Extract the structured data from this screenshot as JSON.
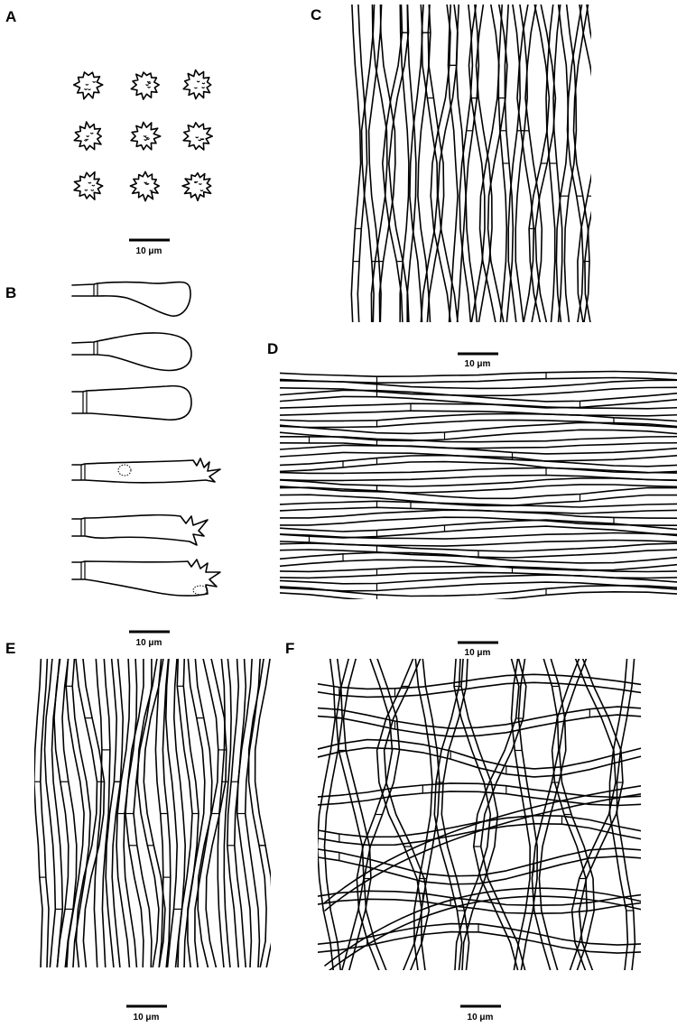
{
  "panels": [
    {
      "id": "A",
      "label": "A",
      "scale_bar": "10 μm"
    },
    {
      "id": "B",
      "label": "B",
      "scale_bar": "10 μm"
    },
    {
      "id": "C",
      "label": "C",
      "scale_bar": "10 μm"
    },
    {
      "id": "D",
      "label": "D",
      "scale_bar": "10 μm"
    },
    {
      "id": "E",
      "label": "E",
      "scale_bar": "10 μm"
    },
    {
      "id": "F",
      "label": "F",
      "scale_bar": "10 μm"
    }
  ],
  "colors": {
    "ink": "#000000",
    "background": "#ffffff"
  }
}
